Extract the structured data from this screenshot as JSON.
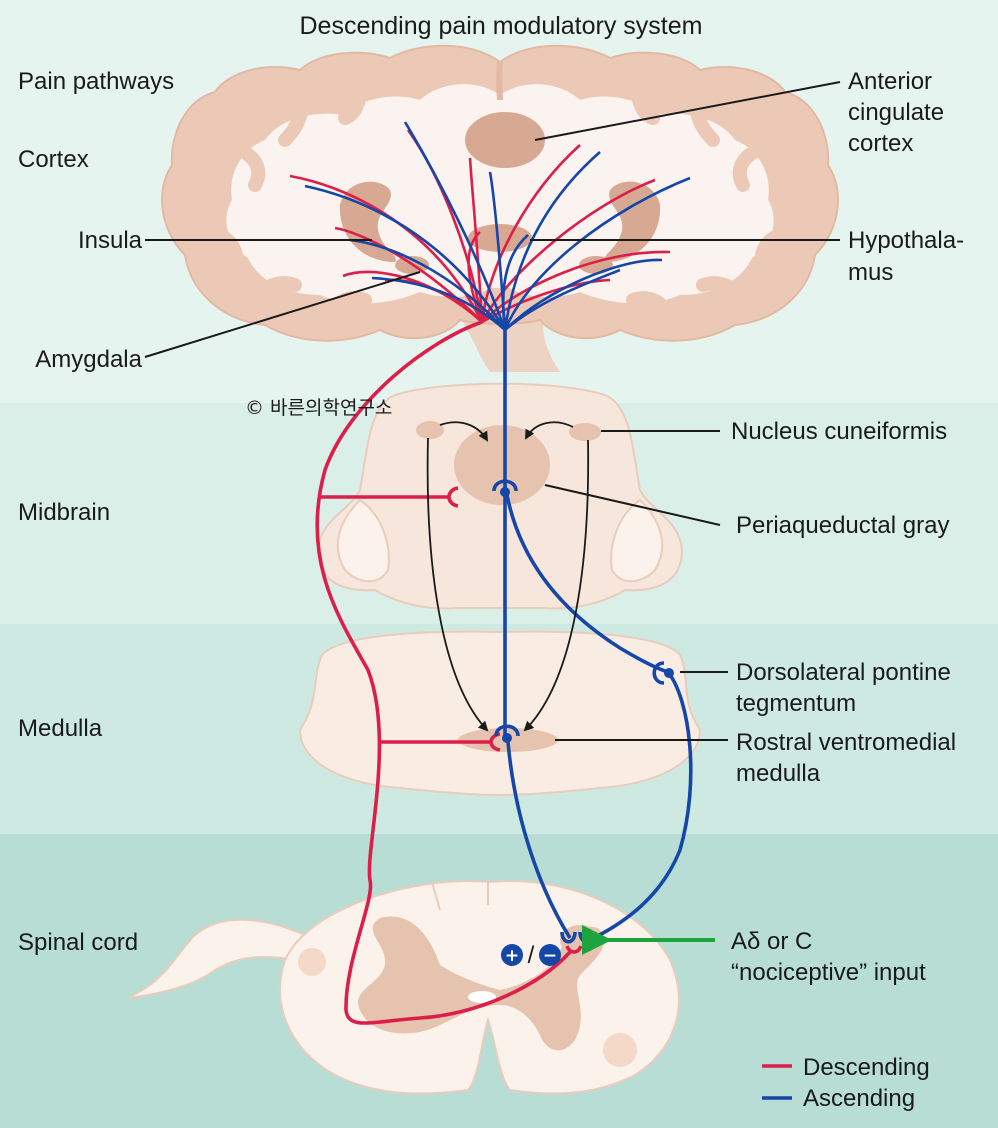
{
  "title": "Descending pain modulatory system",
  "copyright": "© 바른의학연구소",
  "regions": {
    "pain_pathways": "Pain pathways",
    "cortex": "Cortex",
    "midbrain": "Midbrain",
    "medulla": "Medulla",
    "spinal_cord": "Spinal cord"
  },
  "structures": {
    "anterior_cingulate": [
      "Anterior",
      "cingulate",
      "cortex"
    ],
    "insula": "Insula",
    "hypothalamus": [
      "Hypothala-",
      "mus"
    ],
    "amygdala": "Amygdala",
    "nucleus_cuneiformis": "Nucleus cuneiformis",
    "pag": "Periaqueductal gray",
    "dlpt": [
      "Dorsolateral pontine",
      "tegmentum"
    ],
    "rvm": [
      "Rostral ventromedial",
      "medulla"
    ],
    "input": [
      "Aδ or C",
      "“nociceptive” input"
    ]
  },
  "signs": {
    "plus": "+",
    "slash": "/",
    "minus": "−"
  },
  "legend": {
    "descending": "Descending",
    "ascending": "Ascending"
  },
  "colors": {
    "descending": "#dc1f4a",
    "ascending": "#1547a8",
    "input_arrow": "#1ea43c",
    "tissue": "#f8e6da",
    "tissue_dark": "#e7bca5",
    "nucleus": "#dcae94",
    "cortex_band": "#d8a992"
  }
}
